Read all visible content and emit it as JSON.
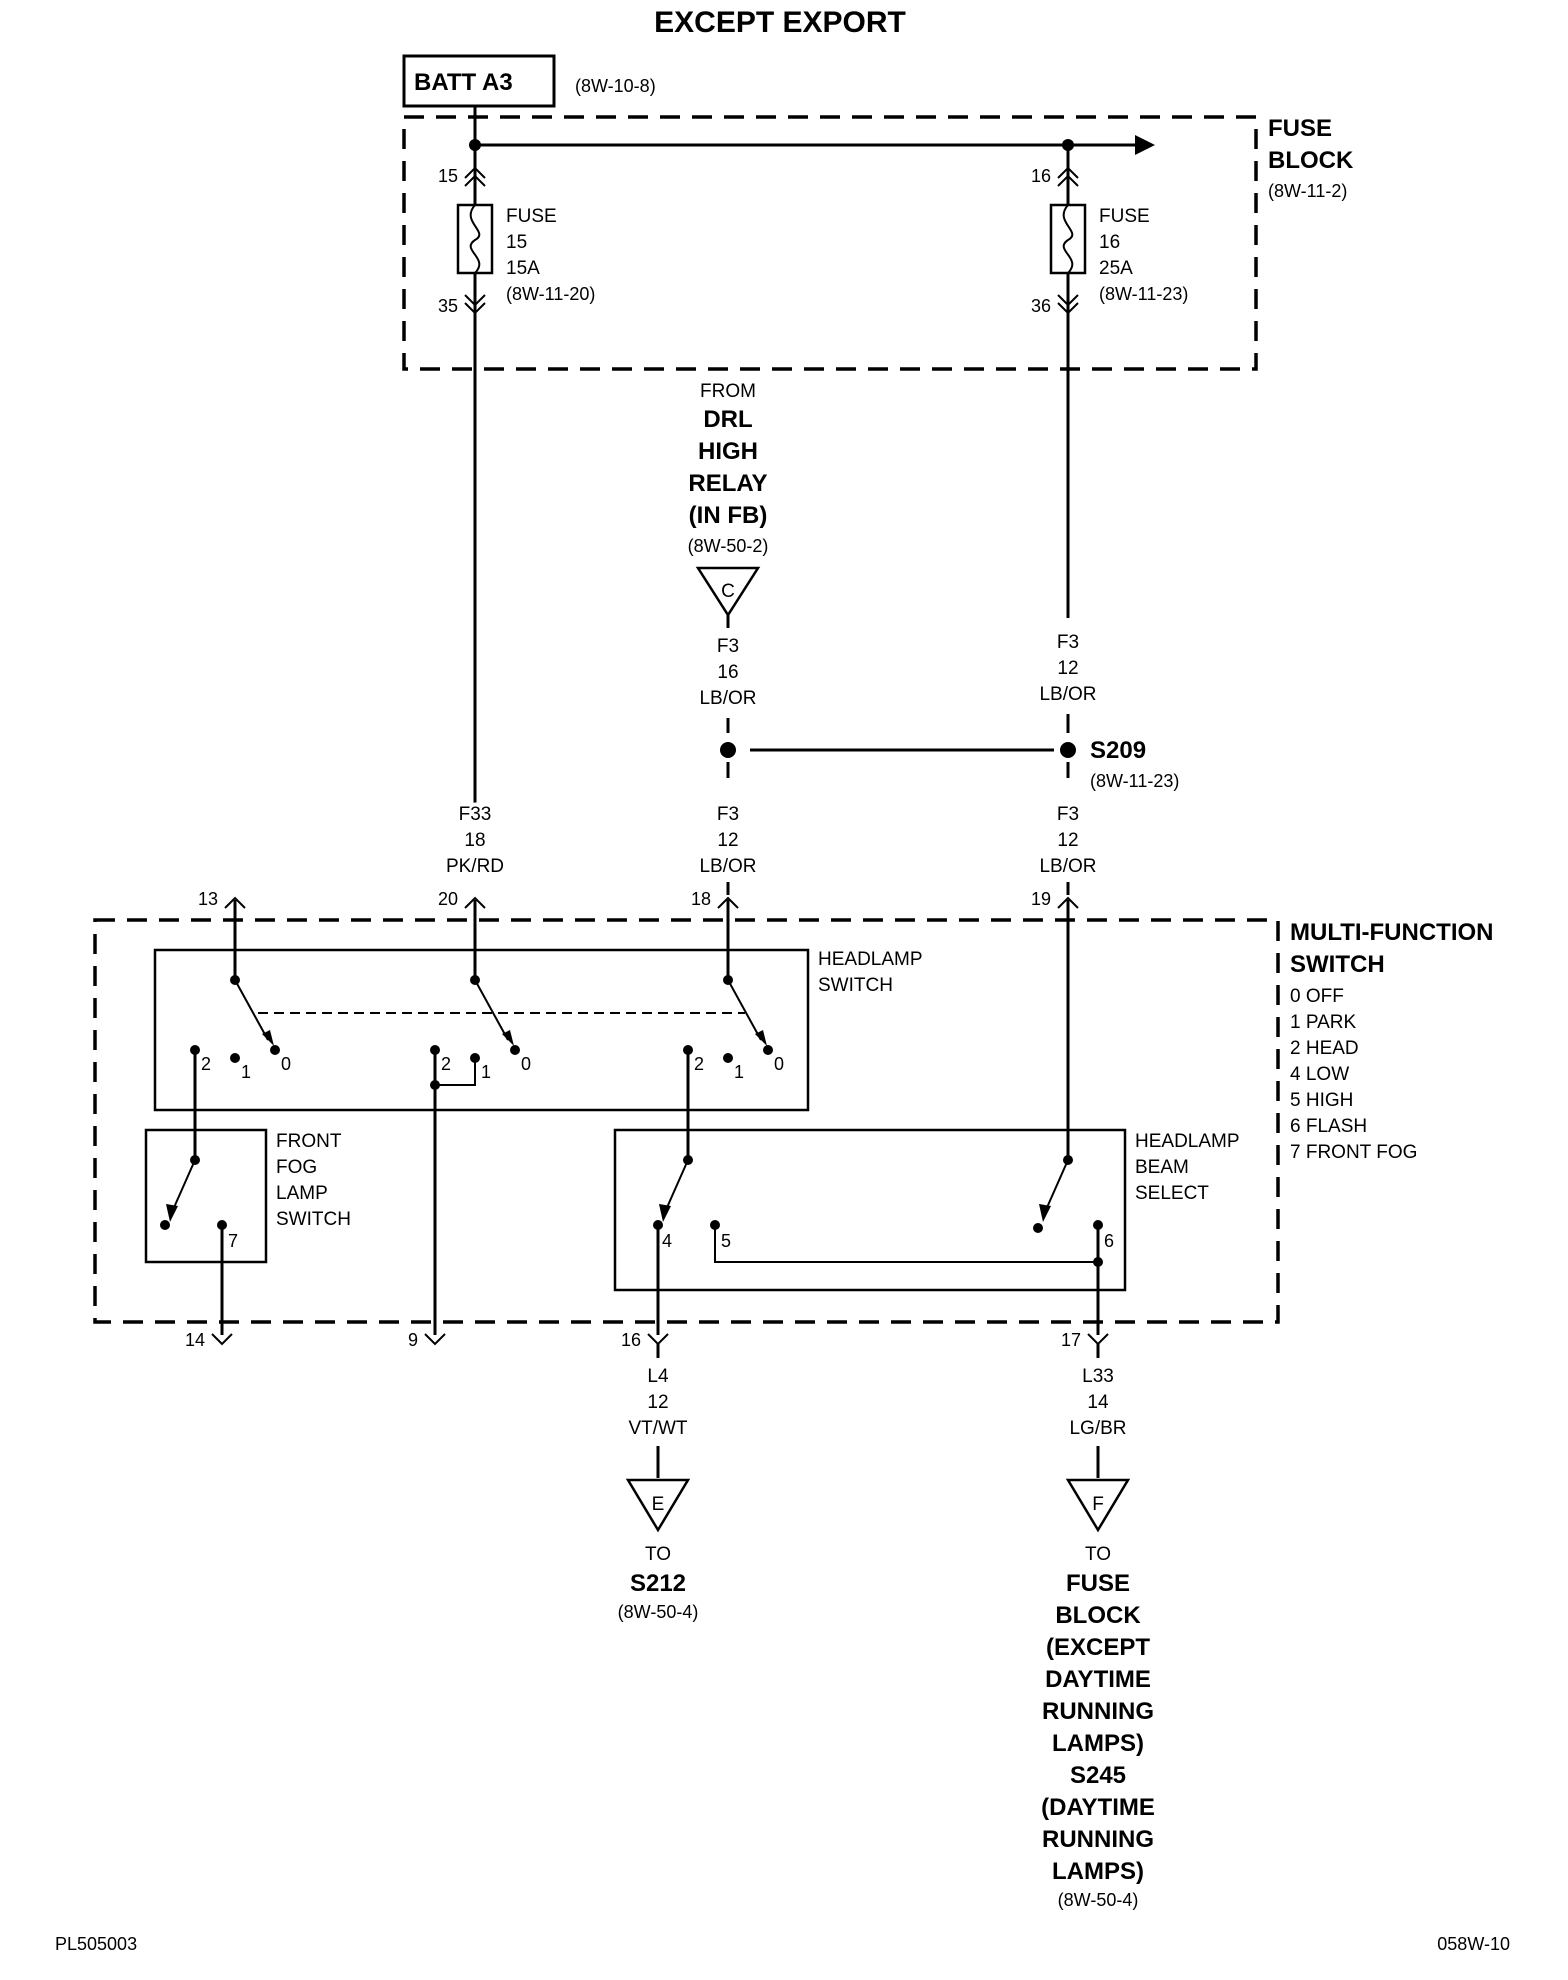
{
  "title": "EXCEPT EXPORT",
  "battery": {
    "label": "BATT A3",
    "ref": "(8W-10-8)"
  },
  "fuse_block": {
    "title_line1": "FUSE",
    "title_line2": "BLOCK",
    "ref": "(8W-11-2)",
    "fuses": [
      {
        "in_pin": "15",
        "out_pin": "35",
        "l1": "FUSE",
        "l2": "15",
        "l3": "15A",
        "ref": "(8W-11-20)"
      },
      {
        "in_pin": "16",
        "out_pin": "36",
        "l1": "FUSE",
        "l2": "16",
        "l3": "25A",
        "ref": "(8W-11-23)"
      }
    ]
  },
  "drl_relay": {
    "lines": [
      "FROM",
      "DRL",
      "HIGH",
      "RELAY",
      "(IN FB)"
    ],
    "ref": "(8W-50-2)",
    "connector": "C"
  },
  "wires": {
    "drl_in": [
      "F3",
      "16",
      "LB/OR"
    ],
    "fuse16_out": [
      "F3",
      "12",
      "LB/OR"
    ],
    "f33": [
      "F33",
      "18",
      "PK/RD"
    ],
    "to_pin18": [
      "F3",
      "12",
      "LB/OR"
    ],
    "to_pin19": [
      "F3",
      "12",
      "LB/OR"
    ],
    "l4": [
      "L4",
      "12",
      "VT/WT"
    ],
    "l33": [
      "L33",
      "14",
      "LG/BR"
    ]
  },
  "splice": {
    "name": "S209",
    "ref": "(8W-11-23)"
  },
  "mfs": {
    "title_line1": "MULTI-FUNCTION",
    "title_line2": "SWITCH",
    "legend": [
      "0 OFF",
      "1 PARK",
      "2 HEAD",
      "4 LOW",
      "5 HIGH",
      "6 FLASH",
      "7 FRONT FOG"
    ],
    "pins_top": [
      "13",
      "20",
      "18",
      "19"
    ],
    "pins_bottom": [
      "14",
      "9",
      "16",
      "17"
    ],
    "headlamp_switch": {
      "line1": "HEADLAMP",
      "line2": "SWITCH"
    },
    "fog_switch": [
      "FRONT",
      "FOG",
      "LAMP",
      "SWITCH"
    ],
    "beam_select": [
      "HEADLAMP",
      "BEAM",
      "SELECT"
    ],
    "positions": {
      "p0": "0",
      "p1": "1",
      "p2": "2",
      "p4": "4",
      "p5": "5",
      "p6": "6",
      "p7": "7"
    }
  },
  "connector_e": {
    "letter": "E",
    "to": "TO",
    "name": "S212",
    "ref": "(8W-50-4)"
  },
  "connector_f": {
    "letter": "F",
    "to": "TO",
    "lines": [
      "FUSE",
      "BLOCK",
      "(EXCEPT",
      "DAYTIME",
      "RUNNING",
      "LAMPS)",
      "S245",
      "(DAYTIME",
      "RUNNING",
      "LAMPS)"
    ],
    "ref": "(8W-50-4)"
  },
  "footer": {
    "left": "PL505003",
    "right": "058W-10"
  }
}
